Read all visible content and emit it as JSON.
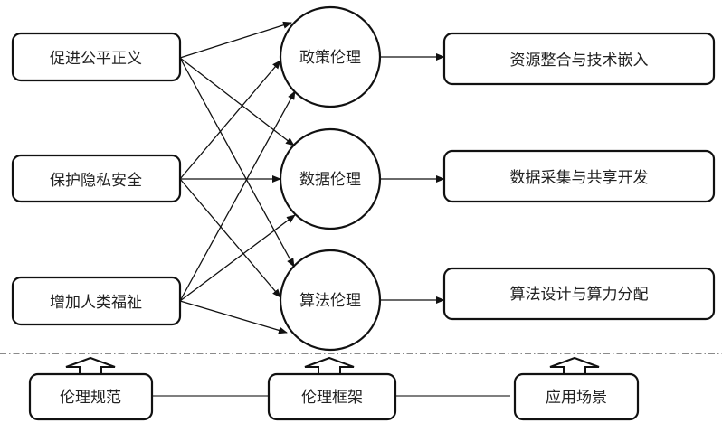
{
  "diagram": {
    "principles": [
      {
        "id": "p1",
        "label": "促进公平正义"
      },
      {
        "id": "p2",
        "label": "保护隐私安全"
      },
      {
        "id": "p3",
        "label": "增加人类福祉"
      }
    ],
    "ethics": [
      {
        "id": "e1",
        "label": "政策伦理"
      },
      {
        "id": "e2",
        "label": "数据伦理"
      },
      {
        "id": "e3",
        "label": "算法伦理"
      }
    ],
    "applications": [
      {
        "id": "a1",
        "label": "资源整合与技术嵌入"
      },
      {
        "id": "a2",
        "label": "数据采集与共享开发"
      },
      {
        "id": "a3",
        "label": "算法设计与算力分配"
      }
    ],
    "edges": [
      {
        "from": "p1",
        "to": "e1"
      },
      {
        "from": "p1",
        "to": "e2"
      },
      {
        "from": "p1",
        "to": "e3"
      },
      {
        "from": "p2",
        "to": "e1"
      },
      {
        "from": "p2",
        "to": "e2"
      },
      {
        "from": "p2",
        "to": "e3"
      },
      {
        "from": "p3",
        "to": "e1"
      },
      {
        "from": "p3",
        "to": "e2"
      },
      {
        "from": "p3",
        "to": "e3"
      },
      {
        "from": "e1",
        "to": "a1"
      },
      {
        "from": "e2",
        "to": "a2"
      },
      {
        "from": "e3",
        "to": "a3"
      }
    ],
    "legend": [
      {
        "id": "l1",
        "label": "伦理规范"
      },
      {
        "id": "l2",
        "label": "伦理框架"
      },
      {
        "id": "l3",
        "label": "应用场景"
      }
    ],
    "colors": {
      "stroke": "#111111",
      "text": "#222222",
      "background": "#ffffff"
    }
  }
}
